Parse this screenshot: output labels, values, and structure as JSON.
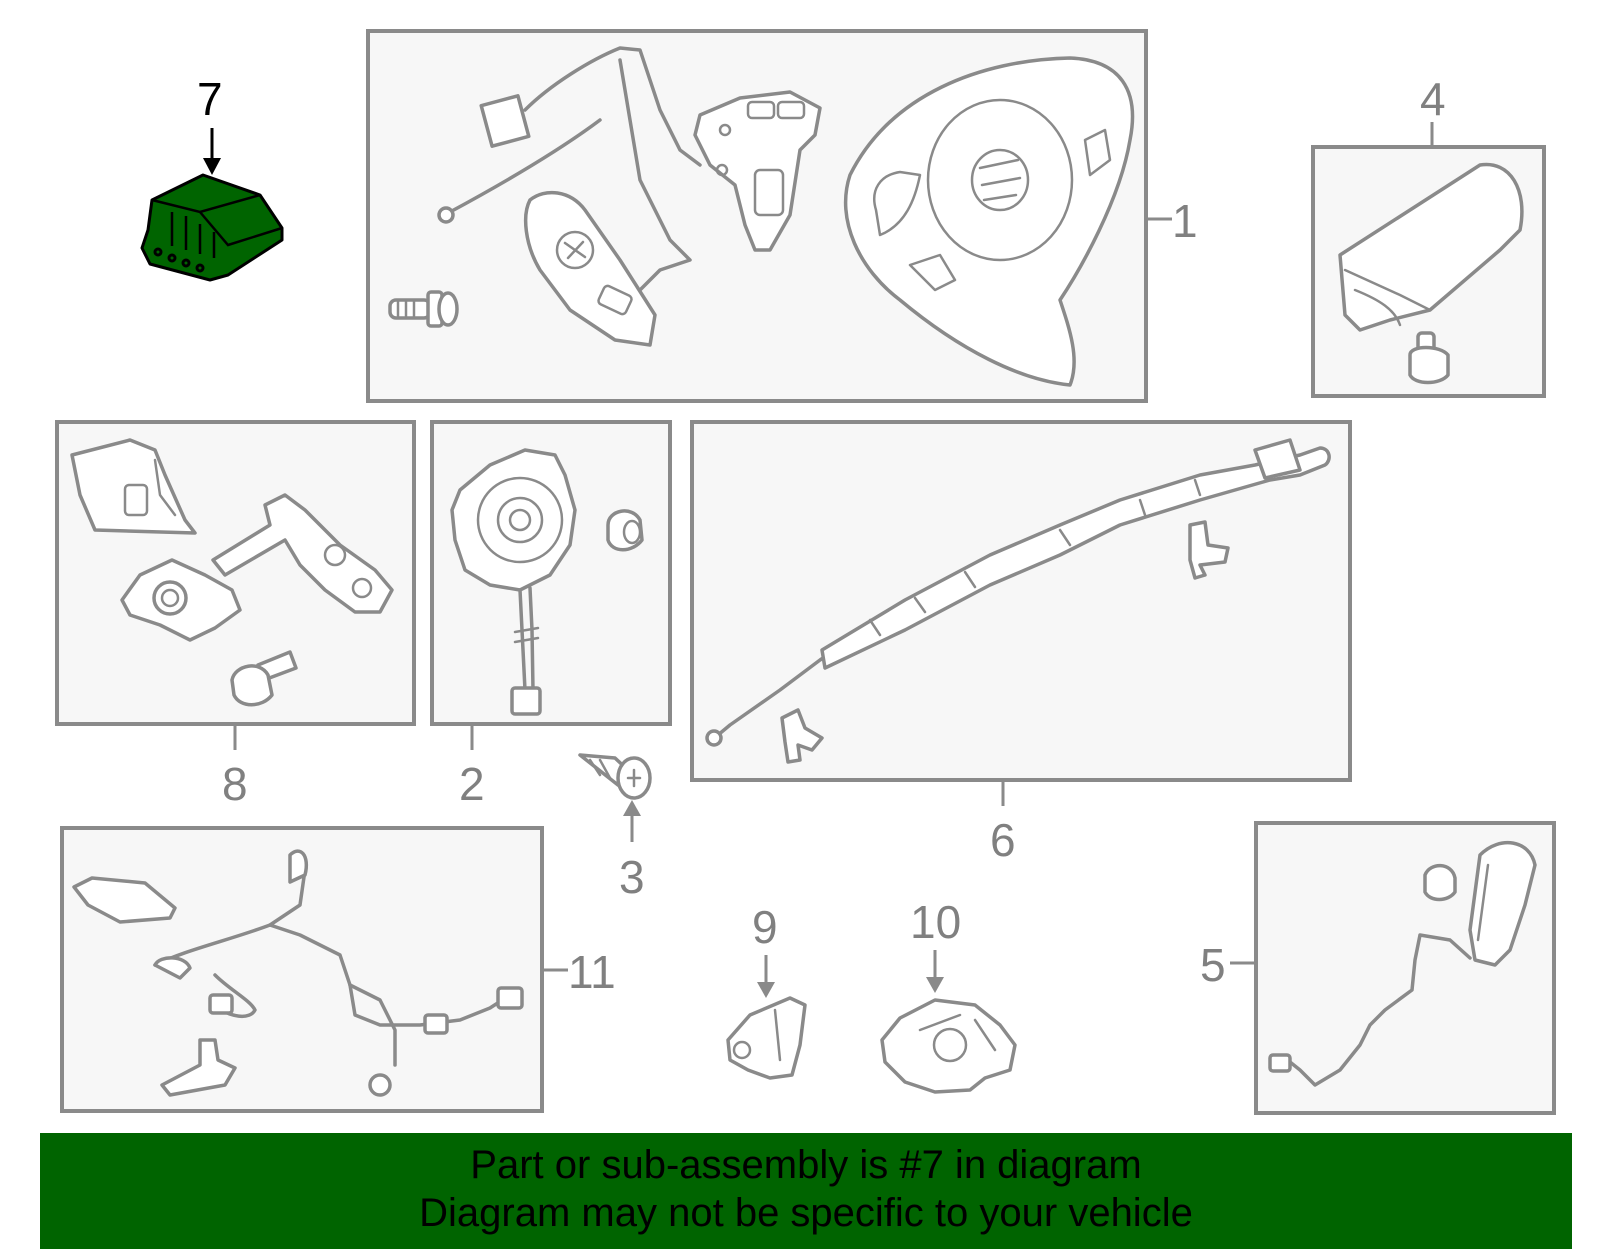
{
  "callouts": {
    "c1": "1",
    "c2": "2",
    "c3": "3",
    "c4": "4",
    "c5": "5",
    "c6": "6",
    "c7": "7",
    "c8": "8",
    "c9": "9",
    "c10": "10",
    "c11": "11"
  },
  "highlight": {
    "part": "7",
    "color": "#006400"
  },
  "banner": {
    "line1": "Part or sub-assembly is #7 in diagram",
    "line2": "Diagram may not be specific to your vehicle",
    "background": "#006400"
  }
}
